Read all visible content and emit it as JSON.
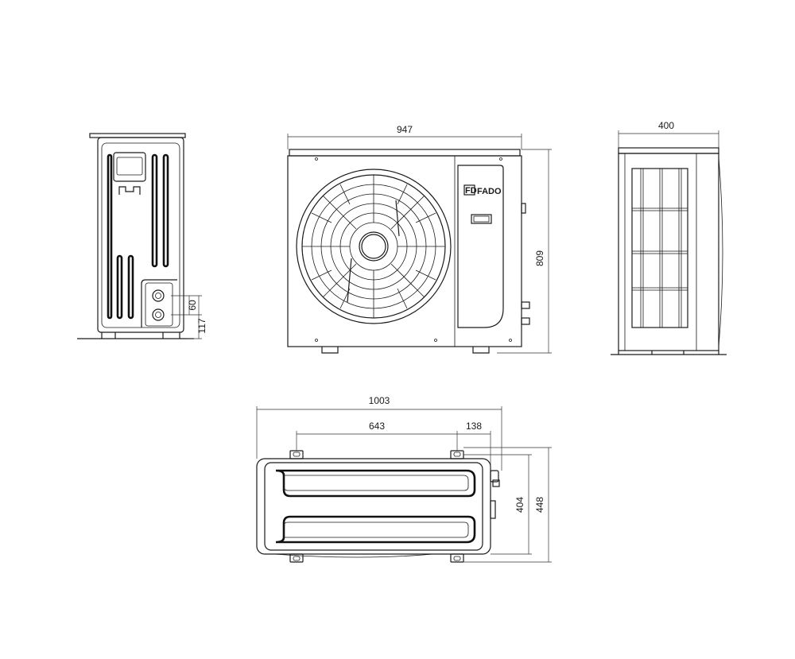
{
  "brand": {
    "name": "FADO",
    "mark": "FD"
  },
  "dimensions": {
    "front_width": "947",
    "front_height": "809",
    "side_depth": "400",
    "left_port_spacing": "60",
    "left_port_height": "117",
    "top_total_width": "1003",
    "top_foot_spacing": "643",
    "top_foot_offset": "138",
    "top_inner_depth": "404",
    "top_total_depth": "448"
  }
}
